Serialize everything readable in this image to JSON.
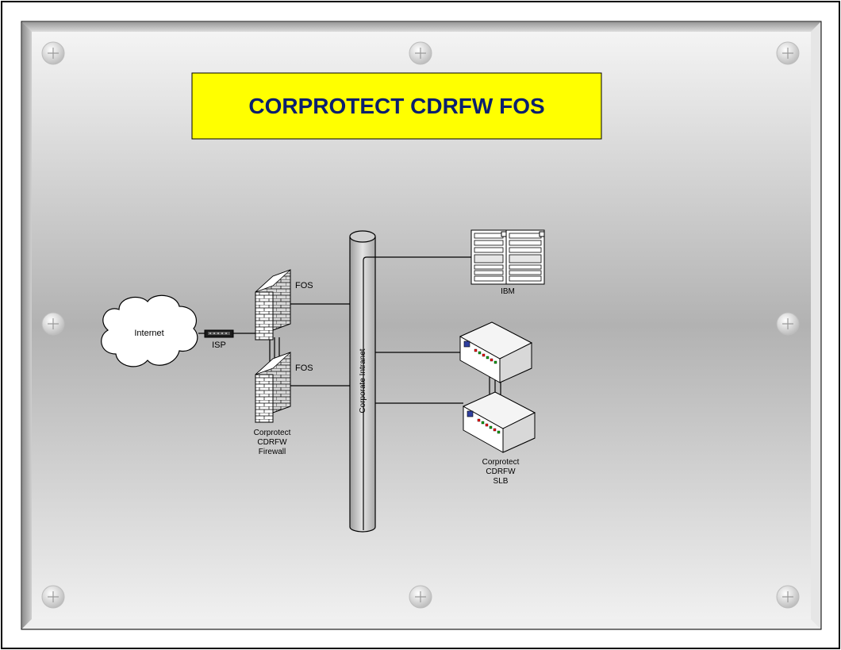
{
  "title": "CORPROTECT CDRFW FOS",
  "nodes": {
    "internet": "Internet",
    "isp": "ISP",
    "fos_top": "FOS",
    "fos_bottom": "FOS",
    "firewall_label": [
      "Corprotect",
      "CDRFW",
      "Firewall"
    ],
    "ibm": "IBM",
    "backbone": "Corporate Intranet",
    "slb_label": [
      "Corprotect",
      "CDRFW",
      "SLB"
    ]
  },
  "colors": {
    "title_bg": "#ffff00",
    "title_text": "#0a1f6e",
    "panel_light": "#f2f2f2",
    "panel_mid": "#b4b4b4"
  }
}
